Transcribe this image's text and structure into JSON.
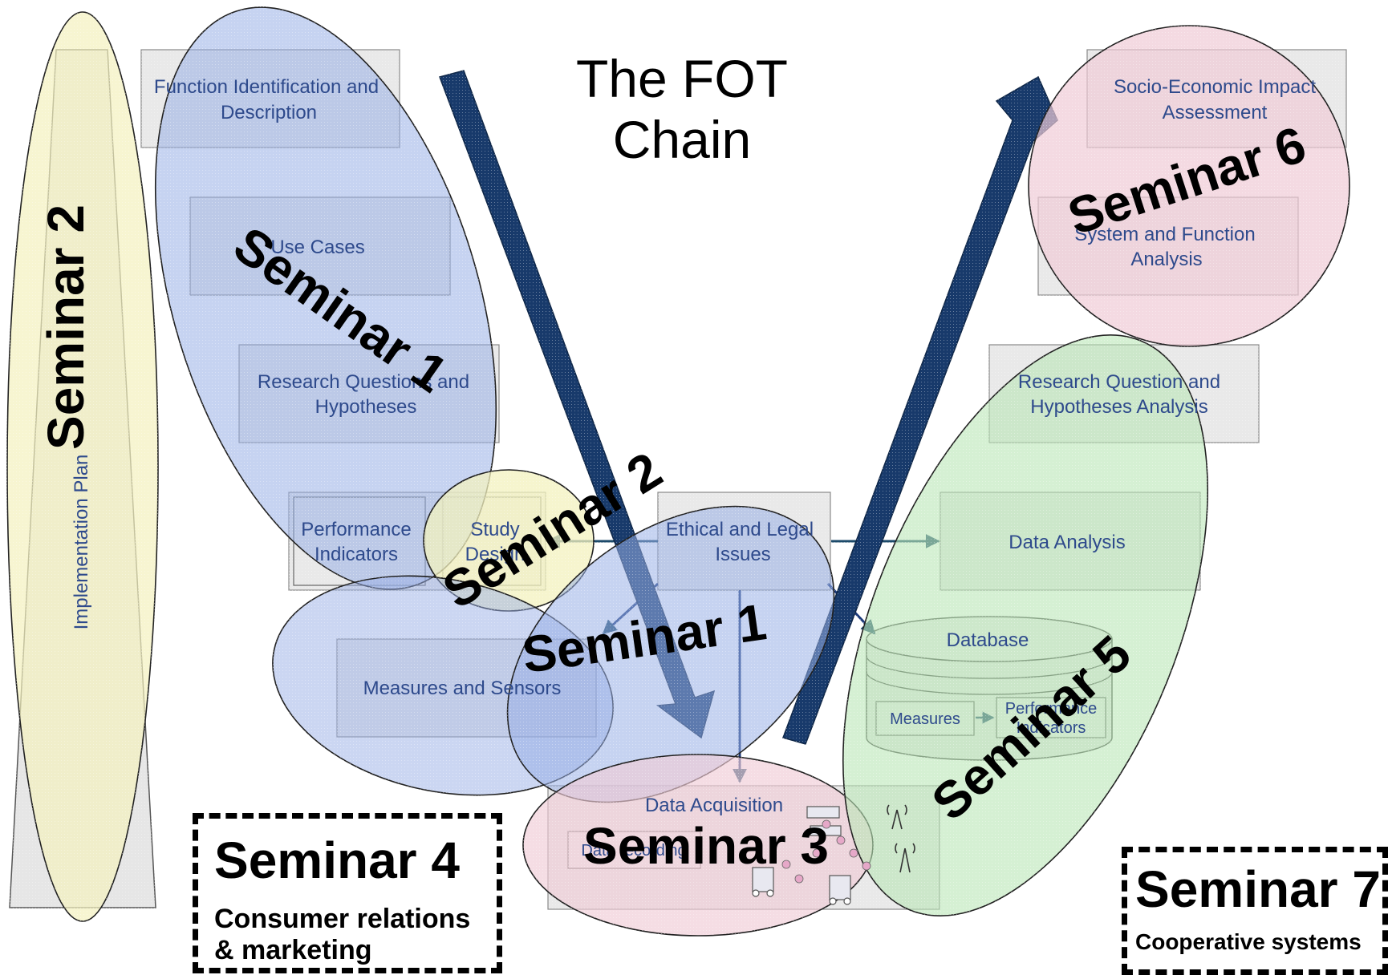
{
  "title": "The FOT Chain",
  "boxes": {
    "function_identification": "Function Identification and Description",
    "use_cases": "Use Cases",
    "research_questions": "Research Questions and Hypotheses",
    "performance_indicators": "Performance Indicators",
    "study_design": "Study Design",
    "ethical_legal": "Ethical and Legal Issues",
    "measures_sensors": "Measures and Sensors",
    "data_acquisition": "Data Acquisition",
    "data_recording": "Data recording",
    "database": "Database",
    "db_measures": "Measures",
    "db_performance": "Performance Indicators",
    "data_analysis": "Data Analysis",
    "rq_analysis": "Research Question and Hypotheses  Analysis",
    "system_function_analysis": "System and Function Analysis",
    "socio_economic": "Socio-Economic Impact Assessment",
    "implementation_plan": "Implementation Plan"
  },
  "seminars": {
    "s1_top": "Seminar 1",
    "s1_mid": "Seminar 1",
    "s2_left": "Seminar 2",
    "s2_mid": "Seminar 2",
    "s3": "Seminar 3",
    "s5": "Seminar 5",
    "s6": "Seminar 6"
  },
  "seminar4": {
    "title": "Seminar 4",
    "subtitle_1": "Consumer relations",
    "subtitle_2": "& marketing"
  },
  "seminar7": {
    "title": "Seminar 7",
    "subtitle": "Cooperative systems"
  },
  "colors": {
    "blue_ellipse": "#98aee6",
    "yellow_ellipse": "#f3f1be",
    "pink_ellipse": "#efcbd6",
    "green_ellipse": "#b9e6b6",
    "box_fill": "#e9e9e9",
    "arrow": "#183a6b",
    "box_text": "#2e4a8c"
  }
}
